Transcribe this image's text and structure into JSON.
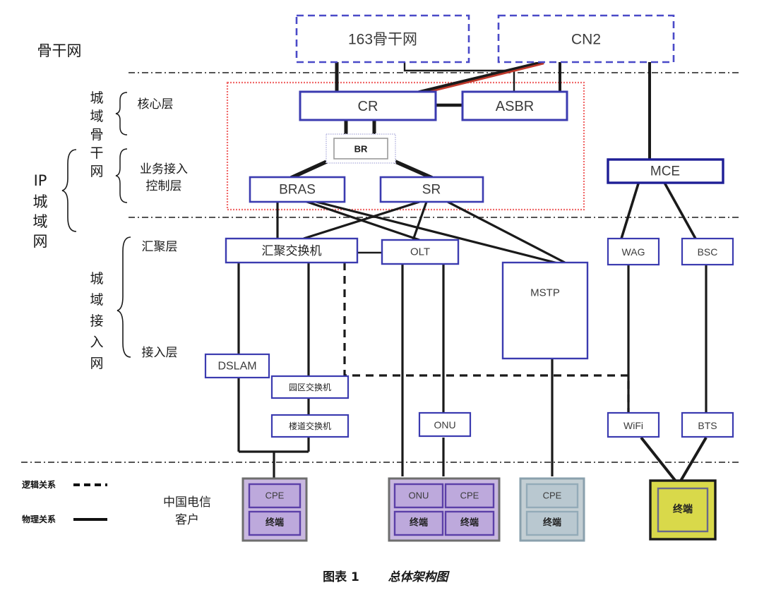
{
  "caption": {
    "prefix": "图表 1",
    "title": "总体架构图"
  },
  "legend": [
    {
      "label": "逻辑关系",
      "style": "dashed"
    },
    {
      "label": "物理关系",
      "style": "solid"
    }
  ],
  "side_labels": {
    "backbone": "骨干网",
    "ip_man": "IP\n城\n域\n网",
    "man_backbone": "城\n域\n骨\n干\n网",
    "man_access": "城\n域\n接\n入\n网",
    "core_layer": "核心层",
    "service_access_control_layer": "业务接入\n控制层",
    "aggregation_layer": "汇聚层",
    "access_layer": "接入层"
  },
  "nodes": {
    "backbone_163": "163骨干网",
    "cn2": "CN2",
    "cr": "CR",
    "asbr": "ASBR",
    "br": "BR",
    "bras": "BRAS",
    "sr": "SR",
    "mce": "MCE",
    "agg_switch": "汇聚交换机",
    "olt": "OLT",
    "mstp": "MSTP",
    "wag": "WAG",
    "bsc": "BSC",
    "dslam": "DSLAM",
    "campus_switch": "园区交换机",
    "corridor_switch": "楼道交换机",
    "onu_access": "ONU",
    "wifi": "WiFi",
    "bts": "BTS"
  },
  "customer_group": {
    "label": "中国电信\n客户",
    "boxes": [
      {
        "name": "cpe-terminal-purple",
        "cells": [
          [
            "CPE"
          ],
          [
            "终端"
          ]
        ]
      },
      {
        "name": "onu-cpe-terminal-purple",
        "cells": [
          [
            "ONU",
            "CPE"
          ],
          [
            "终端",
            "终端"
          ]
        ]
      },
      {
        "name": "cpe-terminal-gray",
        "cells": [
          [
            "CPE"
          ],
          [
            "终端"
          ]
        ]
      }
    ],
    "mobile_terminal": "终端"
  },
  "colors": {
    "box_border": "#3b3bb0",
    "box_fill": "#ffffff",
    "dashed_box_border": "#4a4ac8",
    "red_dotted": "#f06a6a",
    "link": "#1a1a1a",
    "red_link": "#c0392b",
    "purple_fill": "#c9b8e0",
    "purple_cell": "#bda9dc",
    "purple_border": "#5b3fa8",
    "gray_fill": "#c4cfd4",
    "gray_cell": "#b9c8d0",
    "gray_border": "#8aa0ad",
    "yellow_fill": "#d9d94a",
    "yellow_border": "#1a1a1a",
    "divider": "#555555"
  }
}
